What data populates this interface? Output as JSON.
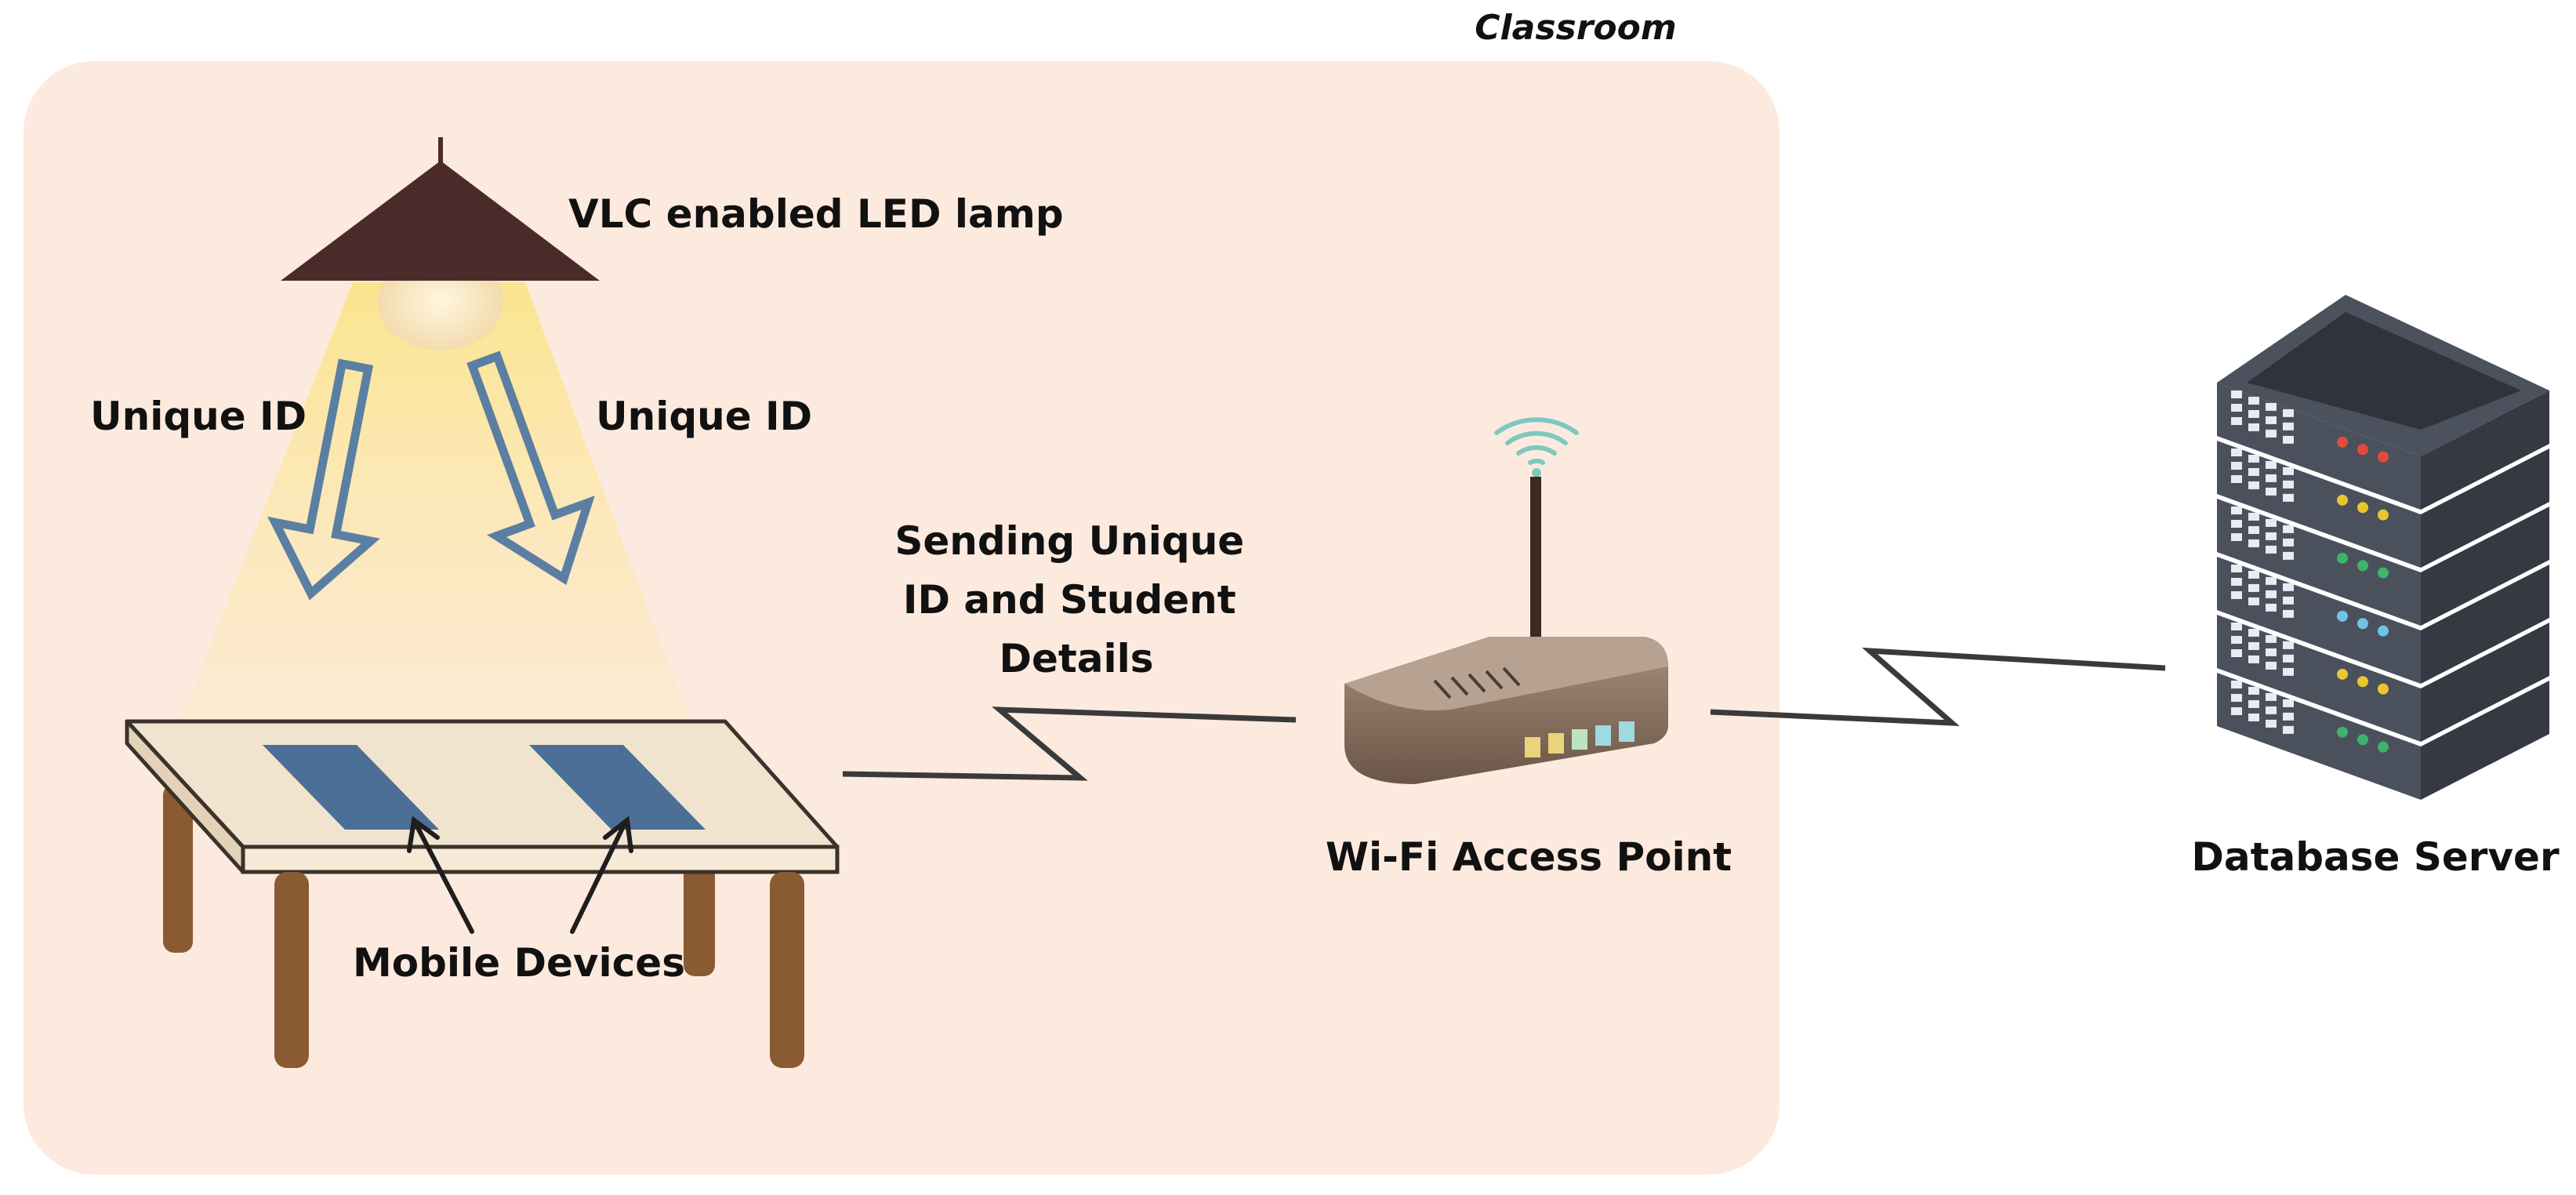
{
  "classroom": {
    "title": "Classroom"
  },
  "lamp": {
    "label": "VLC enabled LED lamp"
  },
  "signals": {
    "left_label": "Unique ID",
    "right_label": "Unique ID"
  },
  "table": {
    "label": "Mobile Devices"
  },
  "link": {
    "lines": [
      "Sending Unique",
      "ID and Student",
      "Details"
    ]
  },
  "access_point": {
    "label": "Wi-Fi Access Point"
  },
  "server": {
    "label": "Database Server"
  },
  "colors": {
    "room_bg": "#fdeade",
    "lamp_shade": "#4a2b2a",
    "light_beam": "#fbe69a",
    "arrow_stroke": "#5b7fa3",
    "device_blue": "#4b6f97",
    "table_top": "#f1e4cf",
    "table_legs": "#8a5a32",
    "router_body": "#7d6757",
    "server_body": "#3e4550",
    "led_colors": [
      "#e24b3c",
      "#e8c62f",
      "#3fb36a",
      "#6fc3e8",
      "#e8c62f",
      "#3fb36a"
    ]
  }
}
